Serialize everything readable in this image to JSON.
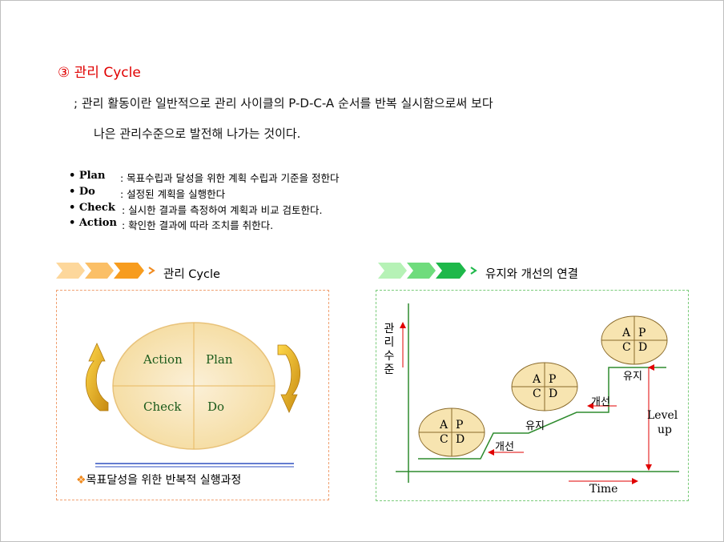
{
  "title": "③ 관리 Cycle",
  "intro": {
    "line1": "; 관리 활동이란 일반적으로 관리 사이클의 P-D-C-A 순서를 반복 실시함으로써 보다",
    "line2": "나은 관리수준으로 발전해 나가는 것이다."
  },
  "bullets": [
    {
      "term": "• Plan",
      "desc": ": 목표수립과 달성을 위한 계획 수립과 기준을 정한다"
    },
    {
      "term": "• Do",
      "desc": ": 설정된 계획을 실행한다"
    },
    {
      "term": "• Check",
      "desc": ": 실시한 결과를 측정하여 계획과 비교 검토한다."
    },
    {
      "term": "• Action",
      "desc": ": 확인한 결과에 따라 조치를 취한다."
    }
  ],
  "left_panel": {
    "heading": "관리 Cycle",
    "quadrants": {
      "action": "Action",
      "plan": "Plan",
      "check": "Check",
      "do": "Do"
    },
    "caption": "목표달성을 위한 반복적 실행과정",
    "caption_marker": "❖"
  },
  "right_panel": {
    "heading": "유지와 개선의 연결",
    "y_axis_label": "관리수준",
    "x_axis_label": "Time",
    "level_label_1": "Level",
    "level_label_2": "up",
    "cycle_letters": {
      "a": "A",
      "p": "P",
      "c": "C",
      "d": "D"
    },
    "improve_label": "개선",
    "maintain_label": "유지"
  },
  "colors": {
    "title_red": "#e00000",
    "orange_chevrons": [
      "#fdd79b",
      "#fbbf66",
      "#f79c1e"
    ],
    "green_chevrons": [
      "#b6f2b6",
      "#6fdc7d",
      "#1eb84a"
    ],
    "ellipse_fill": "#f7e4b0",
    "arrow_gold": "#d9a01a",
    "green_line": "#2e8b2e",
    "red_line": "#e00000"
  }
}
